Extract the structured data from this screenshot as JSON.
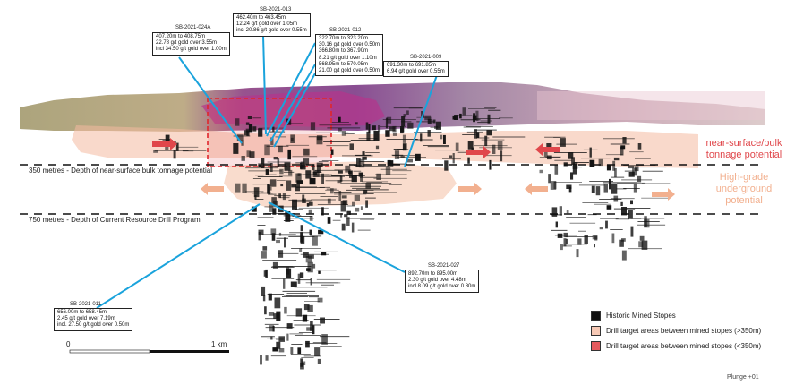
{
  "callouts": [
    {
      "id": "sb-2021-024a",
      "title": "SB-2021-024A",
      "lines": [
        "407.20m to 408.75m",
        "22.78 g/t gold over 3.55m",
        "incl 34.50 g/t gold over 1.00m"
      ]
    },
    {
      "id": "sb-2021-013",
      "title": "SB-2021-013",
      "lines": [
        "462.40m to 463.45m",
        "12.24 g/t gold over 1.05m",
        "incl 20.86 g/t gold over 0.55m"
      ]
    },
    {
      "id": "sb-2021-012",
      "title": "SB-2021-012",
      "lines": [
        "322.70m to 323.20m",
        "30.16 g/t gold over 0.50m",
        "366.80m to 367.90m",
        "8.21 g/t gold over 1.10m",
        "568.95m to 570.05m",
        "21.00 g/t gold over 0.50m"
      ]
    },
    {
      "id": "sb-2021-009",
      "title": "SB-2021-009",
      "lines": [
        "691.30m to 691.85m",
        "6.94 g/t gold over 0.55m"
      ]
    },
    {
      "id": "sb-2021-027",
      "title": "SB-2021-027",
      "lines": [
        "892.70m to 895.00m",
        "2.30 g/t gold over 4.48m",
        "incl 8.09 g/t gold over 0.80m"
      ]
    },
    {
      "id": "sb-2021-011",
      "title": "SB-2021-011",
      "lines": [
        "656.00m to 658.45m",
        "2.45 g/t gold over 7.19m",
        "incl. 27.50 g/t gold over 0.50m"
      ]
    }
  ],
  "depths": {
    "near_surface": "350 metres - Depth of near-surface bulk tonnage potential",
    "resource": "750 metres - Depth of Current Resource Drill Program"
  },
  "labels": {
    "near_surface_1": "near-surface/bulk",
    "near_surface_2": "tonnage potential",
    "high_grade_1": "High-grade",
    "high_grade_2": "underground",
    "high_grade_3": "potential"
  },
  "legend": {
    "items": [
      {
        "label": "Historic Mined Stopes"
      },
      {
        "label": "Drill target areas between mined stopes (>350m)"
      },
      {
        "label": "Drill target areas between mined stopes (<350m)"
      }
    ]
  },
  "scale": {
    "start": "0",
    "end": "1 km"
  },
  "plunge": "Plunge +01",
  "colors": {
    "callout_line": "#1aa3dc",
    "near_surface_red": "#e0474b",
    "high_grade_peach": "#f2b08f",
    "stope_black": "#111111",
    "target_light": "#f7c9b5",
    "target_red": "#e45a5e"
  }
}
